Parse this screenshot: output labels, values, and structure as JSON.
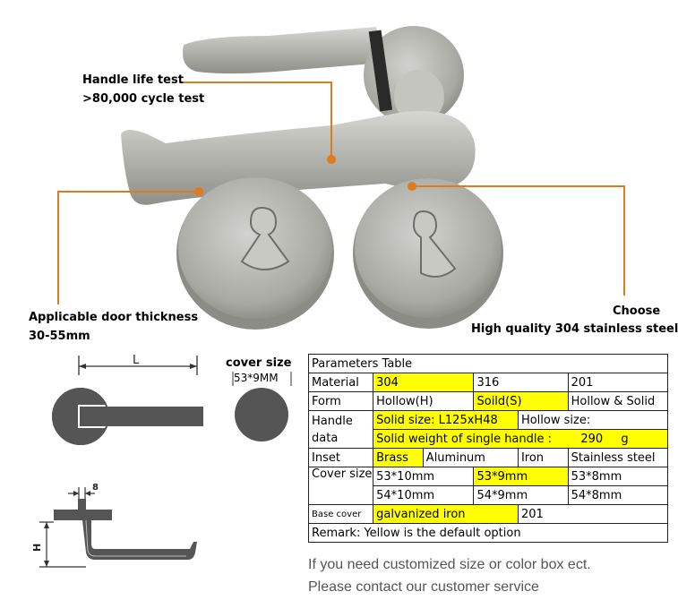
{
  "callouts": {
    "life_test_1": "Handle life test",
    "life_test_2": ">80,000 cycle test",
    "thickness_1": "Applicable door thickness",
    "thickness_2": "30-55mm",
    "steel_1": "Choose",
    "steel_2": "High quality 304 stainless steel"
  },
  "diagram": {
    "length_label": "L",
    "height_label": "H",
    "width_label": "8",
    "cover_title": "cover size",
    "cover_dim": "53*9MM"
  },
  "table": {
    "title": "Parameters Table",
    "material_label": "Material",
    "material": [
      "304",
      "316",
      "201"
    ],
    "form_label": "Form",
    "form": [
      "Hollow(H)",
      "Soild(S)",
      "Hollow & Solid"
    ],
    "handle_label_1": "Handle",
    "handle_label_2": "data",
    "solid_size": "Solid size: L125xH48",
    "hollow_size": "Hollow size:",
    "solid_weight": "Solid weight of single handle :",
    "weight_value": "290",
    "weight_unit": "g",
    "inset_label": "Inset",
    "inset": [
      "Brass",
      "Aluminum",
      "Iron",
      "Stainless steel"
    ],
    "cover_label": "Cover size",
    "cover_row1": [
      "53*10mm",
      "53*9mm",
      "53*8mm"
    ],
    "cover_row2": [
      "54*10mm",
      "54*9mm",
      "54*8mm"
    ],
    "base_label": "Base cover",
    "base": [
      "galvanized iron",
      "201"
    ],
    "remark": "Remark: Yellow is the default option"
  },
  "footer": {
    "line1": "If you need customized size or color box ect.",
    "line2": "Please contact our customer service"
  },
  "colors": {
    "highlight": "#ffff00",
    "callout_line": "#e07a1f",
    "steel": "#b5b5b0",
    "dark_diagram": "#555555"
  }
}
